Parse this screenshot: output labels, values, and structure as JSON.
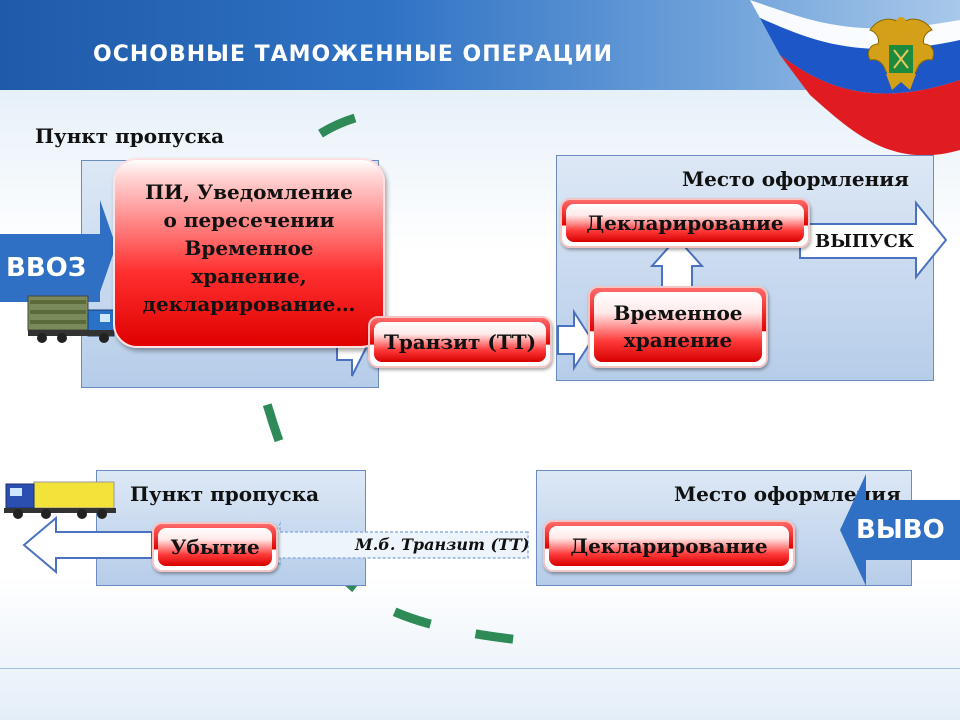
{
  "header": {
    "title": "ОСНОВНЫЕ ТАМОЖЕННЫЕ ОПЕРАЦИИ"
  },
  "import_row": {
    "checkpoint_label": "Пункт пропуска",
    "entry_tab": "ВВОЗ",
    "checkpoint_ops": [
      "ПИ, Уведомление",
      "о пересечении",
      "Временное",
      "хранение,",
      "декларирование…"
    ],
    "transit": "Транзит (ТТ)",
    "clearance_label": "Место оформления",
    "declaration": "Декларирование",
    "temp_storage": [
      "Временное",
      "хранение"
    ],
    "release": "ВЫПУСК"
  },
  "export_row": {
    "checkpoint_label": "Пункт пропуска",
    "exit_op": "Убытие",
    "transit": "М.б. Транзит (ТТ)",
    "clearance_label": "Место оформления",
    "declaration": "Декларирование",
    "exit_tab": "ВЫВО"
  },
  "colors": {
    "accent_red": "#e00000",
    "header_blue": "#1f5aa8",
    "ring_green": "#2e8b57"
  }
}
